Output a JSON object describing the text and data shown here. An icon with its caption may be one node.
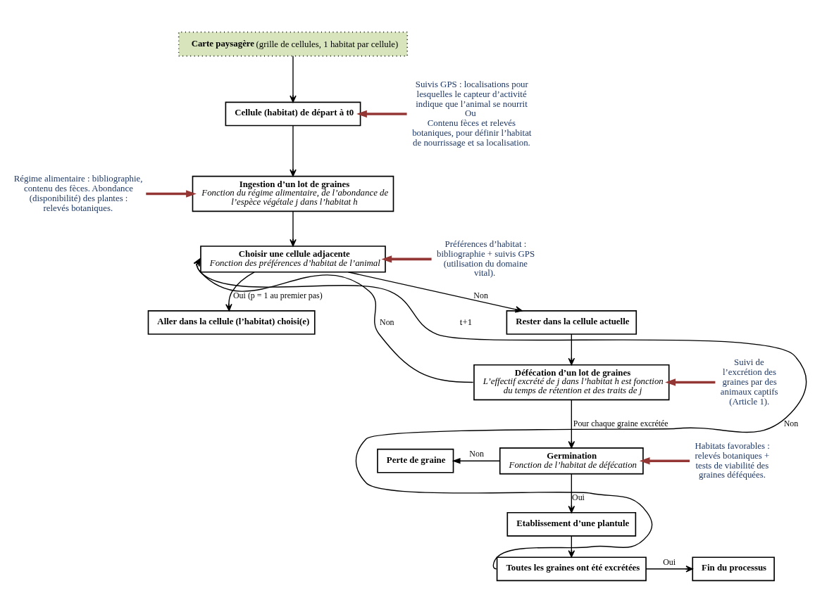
{
  "diagram": {
    "nodes": [
      {
        "text": [
          "**Carte paysagère** (grille de cellules, 1 habitat par cellule)"
        ]
      },
      {
        "text": [
          "Cellule (habitat) de départ à t0"
        ]
      },
      {
        "text": [
          "Ingestion d’un lot de graines",
          "Fonction du régime alimentaire, de l’abondance de l’espèce végétale j dans l’habitat h"
        ]
      },
      {
        "text": [
          "Choisir une cellule adjacente",
          "Fonction des préférences d’habitat de l’animal"
        ]
      },
      {
        "text": [
          "Aller dans la cellule (l’habitat) choisi(e)"
        ]
      },
      {
        "text": [
          "Rester dans la cellule actuelle"
        ]
      },
      {
        "text": [
          "Défécation d’un lot de graines",
          "L’effectif excrété de j dans l’habitat h est fonction du temps de rétention et des traits de j"
        ]
      },
      {
        "text": [
          "Perte de graine"
        ]
      },
      {
        "text": [
          "Germination",
          "Fonction de l’habitat de défécation"
        ]
      },
      {
        "text": [
          "Etablissement d’une plantule"
        ]
      },
      {
        "text": [
          "Toutes les graines ont été excrétées"
        ]
      },
      {
        "text": [
          "Fin du processus"
        ]
      },
      {
        "text": [
          "Suivis GPS : localisations pour lesquelles le capteur d’activité indique que l’animal se nourrit",
          "Ou",
          "Contenu fèces et relevés botaniques, pour définir l’habitat de nourrissage et sa localisation."
        ]
      },
      {
        "text": [
          "Régime alimentaire : bibliographie, contenu des fèces. Abondance (disponibilité) des plantes : relevés botaniques."
        ]
      },
      {
        "text": [
          "Préférences d’habitat : bibliographie + suivis GPS (utilisation du domaine vital)."
        ]
      },
      {
        "text": [
          "Suivi de l’excrétion des graines par des animaux captifs (Article 1)."
        ]
      },
      {
        "text": [
          "Habitats favorables : relevés botaniques + tests de viabilité des graines déféquées."
        ]
      }
    ],
    "edges": [
      {
        "from": 0,
        "to": 1,
        "arrow": "to"
      },
      {
        "from": 1,
        "to": 2,
        "arrow": "to"
      },
      {
        "from": 2,
        "to": 3,
        "arrow": "to"
      },
      {
        "from": 3,
        "to": 4,
        "arrow": "to",
        "label": "Oui (p = 1 au premier pas)"
      },
      {
        "from": 3,
        "to": 5,
        "arrow": "to",
        "label": "Non"
      },
      {
        "from": 5,
        "to": 6,
        "arrow": "to"
      },
      {
        "from": 6,
        "to": 3,
        "arrow": "to",
        "label": "Non"
      },
      {
        "from": 6,
        "to": 8,
        "arrow": "to",
        "label": "Pour chaque graine excrétée"
      },
      {
        "from": 8,
        "to": 7,
        "arrow": "to",
        "label": "Non"
      },
      {
        "from": 8,
        "to": 9,
        "arrow": "to",
        "label": "Oui"
      },
      {
        "from": 9,
        "to": 10,
        "arrow": "to"
      },
      {
        "from": 10,
        "to": 3,
        "arrow": "to",
        "label": "Non"
      },
      {
        "from": 10,
        "to": 11,
        "arrow": "to",
        "label": "Oui"
      },
      {
        "from": 12,
        "to": 1,
        "arrow": "to",
        "style": "thick",
        "color": "#943634"
      },
      {
        "from": 13,
        "to": 2,
        "arrow": "to",
        "style": "thick",
        "color": "#943634"
      },
      {
        "from": 14,
        "to": 3,
        "arrow": "to",
        "style": "thick",
        "color": "#943634"
      },
      {
        "from": 15,
        "to": 6,
        "arrow": "to",
        "style": "thick",
        "color": "#943634"
      },
      {
        "from": 16,
        "to": 8,
        "arrow": "to",
        "style": "thick",
        "color": "#943634"
      }
    ],
    "labels": [
      "t+1"
    ]
  }
}
